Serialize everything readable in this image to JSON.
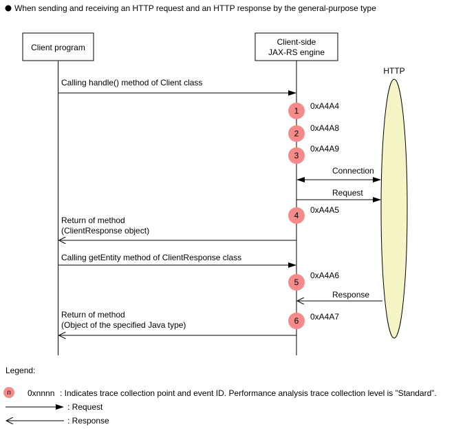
{
  "title": "When sending and receiving an HTTP request and an HTTP response by the general-purpose type",
  "participants": {
    "client": "Client program",
    "engine_line1": "Client-side",
    "engine_line2": "JAX-RS engine",
    "http": "HTTP"
  },
  "messages": {
    "call_handle": "Calling handle() method of Client class",
    "connection": "Connection",
    "request": "Request",
    "return1_line1": "Return of method",
    "return1_line2": "(ClientResponse object)",
    "call_getentity": "Calling getEntity method of ClientResponse class",
    "response": "Response",
    "return2_line1": "Return of method",
    "return2_line2": "(Object of the specified Java type)"
  },
  "trace_points": [
    {
      "n": "1",
      "id": "0xA4A4"
    },
    {
      "n": "2",
      "id": "0xA4A8"
    },
    {
      "n": "3",
      "id": "0xA4A9"
    },
    {
      "n": "4",
      "id": "0xA4A5"
    },
    {
      "n": "5",
      "id": "0xA4A6"
    },
    {
      "n": "6",
      "id": "0xA4A7"
    }
  ],
  "legend": {
    "title": "Legend:",
    "marker": "n",
    "code": "0xnnnn",
    "trace_desc": ": Indicates trace collection point and event ID. Performance analysis trace collection level is ”Standard”.",
    "request_desc": ": Request",
    "response_desc": ": Response"
  },
  "colors": {
    "trace_marker": "#f58a8a",
    "http_fill": "#f4f4c4",
    "line": "#000000"
  }
}
